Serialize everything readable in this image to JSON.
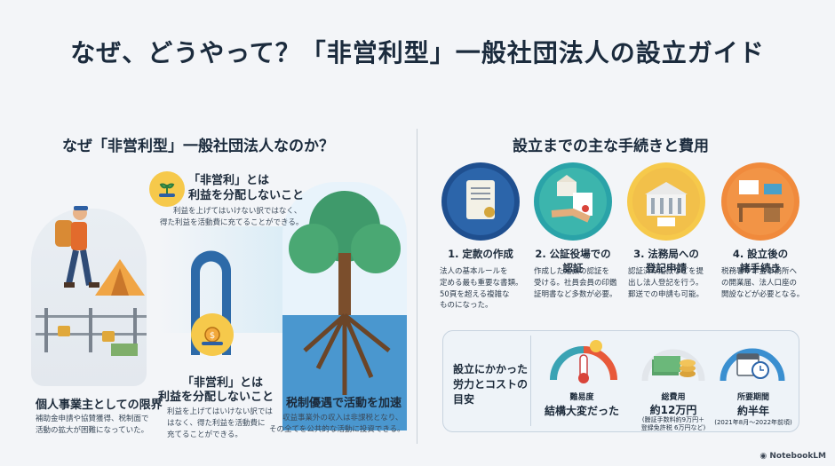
{
  "title": "なぜ、どうやって？「非営利型」一般社団法人の設立ガイド",
  "left": {
    "heading": "なぜ「非営利型」一般社団法人なのか？",
    "callout_top": {
      "title1": "「非営利」とは",
      "title2": "利益を分配しないこと",
      "body1": "利益を上げてはいけない訳ではなく、",
      "body2": "得た利益を活動費に充てることができる。"
    },
    "callout_mid": {
      "title1": "「非営利」とは",
      "title2": "利益を分配しないこと",
      "body1": "利益を上げてはいけない訳では",
      "body2": "はなく、得た利益を活動費に",
      "body3": "充てることができる。"
    },
    "limit": {
      "title": "個人事業主としての限界",
      "body1": "補助金申請や協賛獲得、税制面で",
      "body2": "活動の拡大が困難になっていた。"
    },
    "tax": {
      "title": "税制優遇で活動を加速",
      "body1": "収益事業外の収入は非課税となり、",
      "body2": "その全てを公共的な活動に投資できる。"
    }
  },
  "right": {
    "heading": "設立までの主な手続きと費用",
    "steps": [
      {
        "title1": "1. 定款の作成",
        "title2": "",
        "d1": "法人の基本ルールを",
        "d2": "定める最も重要な書類。",
        "d3": "50頁を超える複雑な",
        "d4": "ものになった。"
      },
      {
        "title1": "2. 公証役場での",
        "title2": "認証",
        "d1": "作成した定款の認証を",
        "d2": "受ける。社員会員の印鑑",
        "d3": "証明書など多数が必要。",
        "d4": ""
      },
      {
        "title1": "3. 法務局への",
        "title2": "登記申請",
        "d1": "認証済み定款などを提",
        "d2": "出し法人登記を行う。",
        "d3": "郵送での申請も可能。",
        "d4": ""
      },
      {
        "title1": "4. 設立後の",
        "title2": "諸手続き",
        "d1": "税務署や年金事務所へ",
        "d2": "の開業届、法人口座の",
        "d3": "開設などが必要となる。",
        "d4": ""
      }
    ],
    "cost": {
      "label1": "設立にかかった",
      "label2": "労力とコストの",
      "label3": "目安",
      "difficulty_name": "難易度",
      "difficulty_value": "結構大変だった",
      "total_name": "総費用",
      "total_value": "約12万円",
      "total_note1": "(謄証手数料約9万円＋",
      "total_note2": "登録免許税 6万円など)",
      "period_name": "所要期間",
      "period_value": "約半年",
      "period_note": "(2021年8月〜2022年前頃)"
    }
  },
  "brand": "NotebookLM",
  "colors": {
    "accent_yellow": "#f6c94b",
    "navy": "#1b2b3d",
    "teal": "#2aa3a8",
    "blue": "#1f4f8f",
    "orange": "#f08a3c"
  }
}
